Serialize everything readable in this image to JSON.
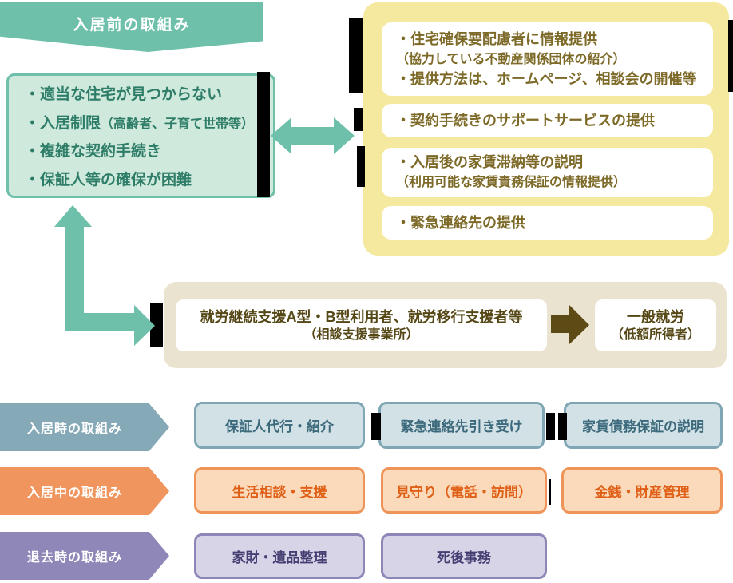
{
  "banner": {
    "label": "入居前の取組み"
  },
  "problems_box": {
    "items": [
      {
        "main": "・適当な住宅が見つからない"
      },
      {
        "main": "・入居制限",
        "sub": "（高齢者、子育て世帯等）"
      },
      {
        "main": "・複雑な契約手続き"
      },
      {
        "main": "・保証人等の確保が困難"
      }
    ]
  },
  "support_panel": {
    "boxes": [
      {
        "lines": [
          "・住宅確保要配慮者に情報提供",
          "（協力している不動産関係団体の紹介）",
          "・提供方法は、ホームページ、相談会の開催等"
        ]
      },
      {
        "lines": [
          "・契約手続きのサポートサービスの提供"
        ]
      },
      {
        "lines": [
          "・入居後の家賃滞納等の説明",
          "（利用可能な家賃責務保証の情報提供）"
        ]
      },
      {
        "lines": [
          "・緊急連絡先の提供"
        ]
      }
    ]
  },
  "employment_panel": {
    "source": {
      "line1": "就労継続支援A型・B型利用者、就労移行支援者等",
      "line2": "（相談支援事業所）"
    },
    "target": {
      "line1": "一般就労",
      "line2": "（低額所得者）"
    }
  },
  "rows": [
    {
      "label": "入居時の取組み",
      "boxes": [
        "保証人代行・紹介",
        "緊急連絡先引き受け",
        "家賃債務保証の説明"
      ]
    },
    {
      "label": "入居中の取組み",
      "boxes": [
        "生活相談・支援",
        "見守り（電話・訪問）",
        "金銭・財産管理"
      ]
    },
    {
      "label": "退去時の取組み",
      "boxes": [
        "家財・遺品整理",
        "死後事務"
      ]
    }
  ],
  "colors": {
    "teal": "#6fc0ab",
    "green_box_bg": "#cfe9dd",
    "green_text": "#2e7d68",
    "yellow_panel": "#f5e99f",
    "yellow_text": "#7d6a28",
    "beige_panel": "#e9e3cf",
    "brown_arrow": "#5d4a15",
    "row_movein": "#85a9b6",
    "row_living": "#f0955d",
    "row_moveout": "#8f87b7",
    "bar": "#000000"
  }
}
